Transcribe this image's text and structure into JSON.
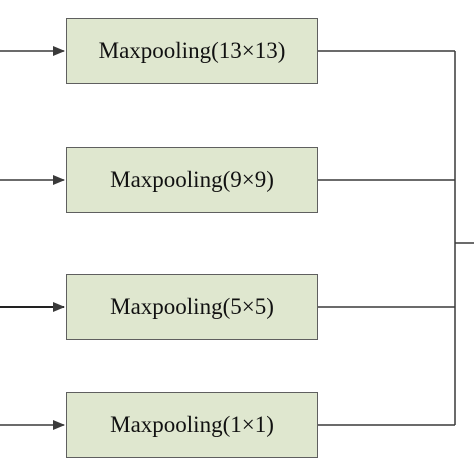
{
  "diagram": {
    "nodes": [
      {
        "id": "maxpool-13",
        "label": "Maxpooling(13×13)"
      },
      {
        "id": "maxpool-9",
        "label": "Maxpooling(9×9)"
      },
      {
        "id": "maxpool-5",
        "label": "Maxpooling(5×5)"
      },
      {
        "id": "maxpool-1",
        "label": "Maxpooling(1×1)"
      }
    ],
    "edges": [
      {
        "from": "input",
        "to": "maxpool-13"
      },
      {
        "from": "input",
        "to": "maxpool-9"
      },
      {
        "from": "input",
        "to": "maxpool-5"
      },
      {
        "from": "input",
        "to": "maxpool-1"
      },
      {
        "from": "maxpool-13",
        "to": "merge"
      },
      {
        "from": "maxpool-9",
        "to": "merge"
      },
      {
        "from": "maxpool-5",
        "to": "merge"
      },
      {
        "from": "maxpool-1",
        "to": "merge"
      }
    ],
    "colors": {
      "box_fill": "#dfe7cf",
      "box_border": "#5f5f5f",
      "line": "#3a3a3a"
    }
  }
}
